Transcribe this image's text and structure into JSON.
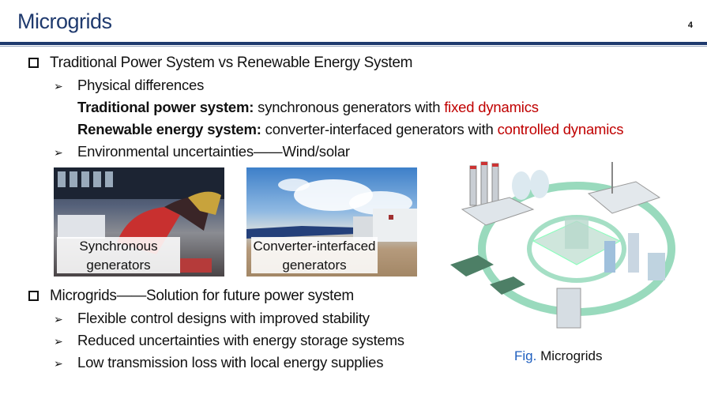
{
  "title": "Microgrids",
  "page_number": "4",
  "sections": [
    {
      "heading": "Traditional Power System vs Renewable Energy System",
      "items": [
        {
          "text": "Physical differences"
        },
        {
          "label": "Traditional power system:",
          "text": " synchronous generators with ",
          "highlight": "fixed dynamics"
        },
        {
          "label": "Renewable energy system:",
          "text": " converter-interfaced generators with ",
          "highlight": "controlled dynamics"
        },
        {
          "text": "Environmental uncertainties——Wind/solar"
        }
      ]
    },
    {
      "heading": "Microgrids——Solution for future power system",
      "items": [
        {
          "text": "Flexible control designs with improved stability"
        },
        {
          "text": "Reduced uncertainties with energy storage systems"
        },
        {
          "text": "Low transmission loss with local energy supplies"
        }
      ]
    }
  ],
  "photos": [
    {
      "caption_line1": "Synchronous",
      "caption_line2": "generators"
    },
    {
      "caption_line1": "Converter-interfaced",
      "caption_line2": "generators"
    }
  ],
  "figure": {
    "prefix": "Fig.",
    "caption": " Microgrids"
  },
  "colors": {
    "title": "#1f3a6e",
    "highlight": "#c00000",
    "ring": "#5fbf96"
  }
}
